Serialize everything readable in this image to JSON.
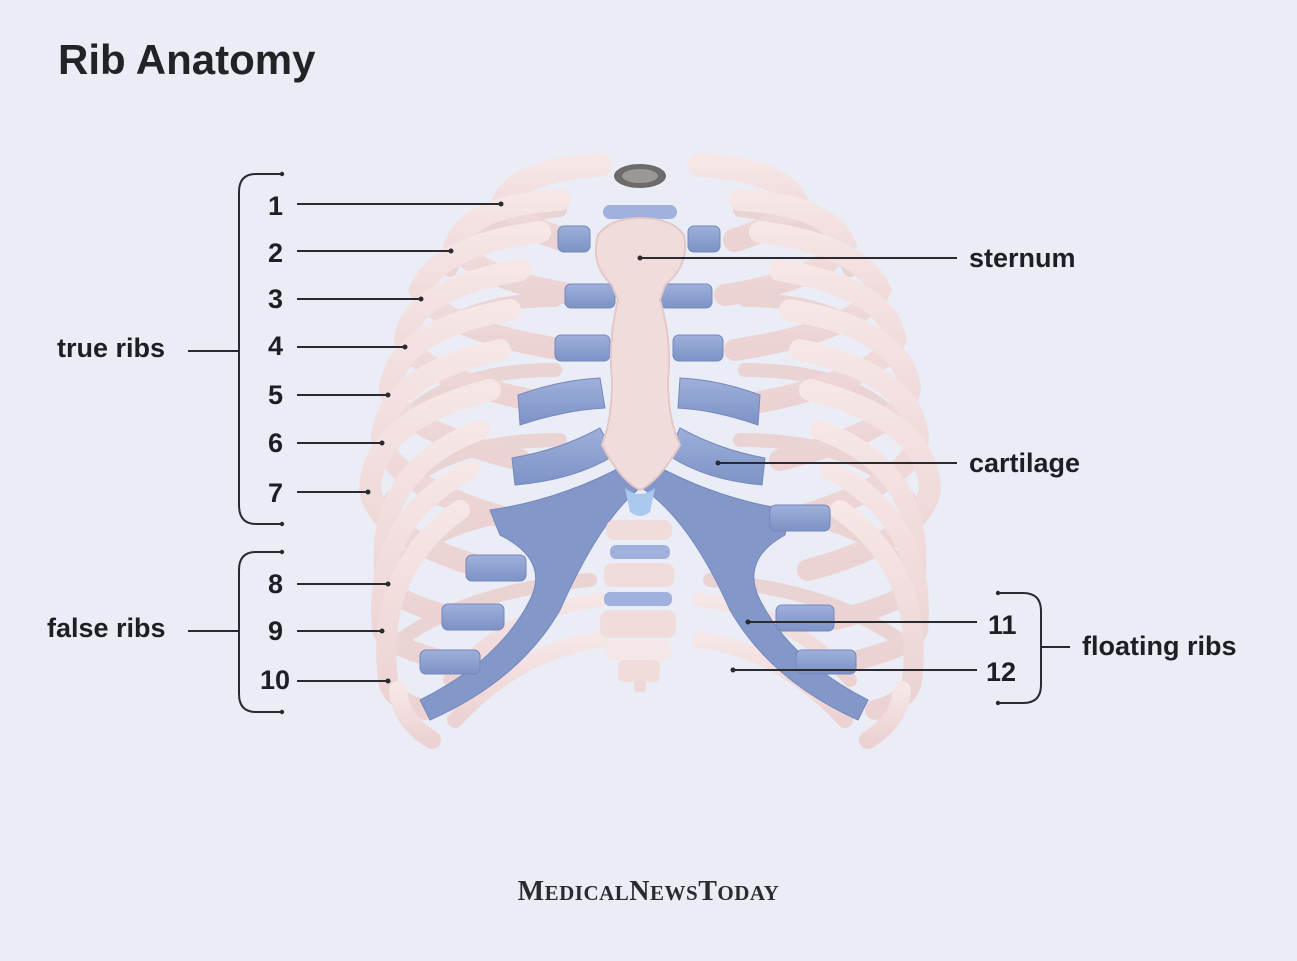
{
  "title": "Rib Anatomy",
  "left_numbers": [
    "1",
    "2",
    "3",
    "4",
    "5",
    "6",
    "7",
    "8",
    "9",
    "10"
  ],
  "right_numbers": [
    "11",
    "12"
  ],
  "groups": {
    "true_ribs": "true ribs",
    "false_ribs": "false ribs",
    "floating_ribs": "floating ribs"
  },
  "parts": {
    "sternum": "sternum",
    "cartilage": "cartilage"
  },
  "brand": {
    "m": "M",
    "edical": "EDICAL",
    "n": "N",
    "ews": "EWS",
    "t": "T",
    "oday": "ODAY"
  },
  "colors": {
    "background": "#eaedf5",
    "bone": "#f1dcdc",
    "bone_edge": "#e6c9c9",
    "cartilage": "#8fa2cf",
    "cartilage_dark": "#6a7fb6",
    "text": "#1e1f24"
  }
}
